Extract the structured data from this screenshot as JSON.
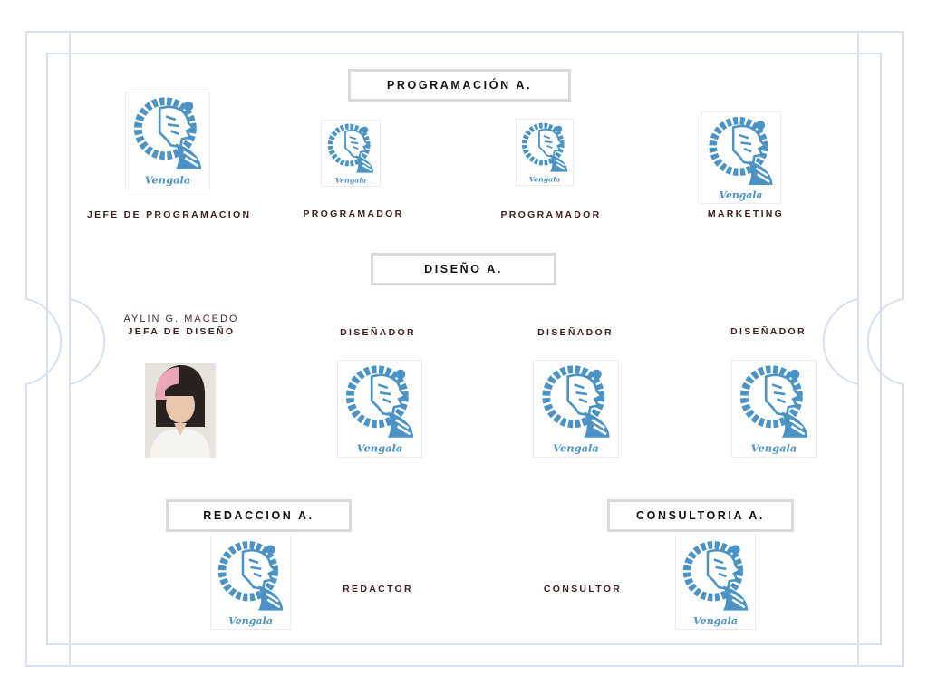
{
  "departments": {
    "programacion": {
      "title": "PROGRAMACIÓN A.",
      "roles": [
        "JEFE DE PROGRAMACION",
        "PROGRAMADOR",
        "PROGRAMADOR",
        "MARKETING"
      ]
    },
    "diseno": {
      "title": "DISEÑO A.",
      "lead_name": "AYLIN G. MACEDO",
      "roles": [
        "JEFA DE DISEÑO",
        "DISEÑADOR",
        "DISEÑADOR",
        "DISEÑADOR"
      ]
    },
    "redaccion": {
      "title": "REDACCION A.",
      "role": "REDACTOR"
    },
    "consultoria": {
      "title": "CONSULTORIA A.",
      "role": "CONSULTOR"
    }
  },
  "logo": {
    "text": "Vengala",
    "icon": "tiger-logo-icon",
    "color": "#4a93c4"
  },
  "colors": {
    "frame": "#d6e0ee",
    "box_border": "#d9d9d9",
    "role_text": "#3d1f1f"
  }
}
